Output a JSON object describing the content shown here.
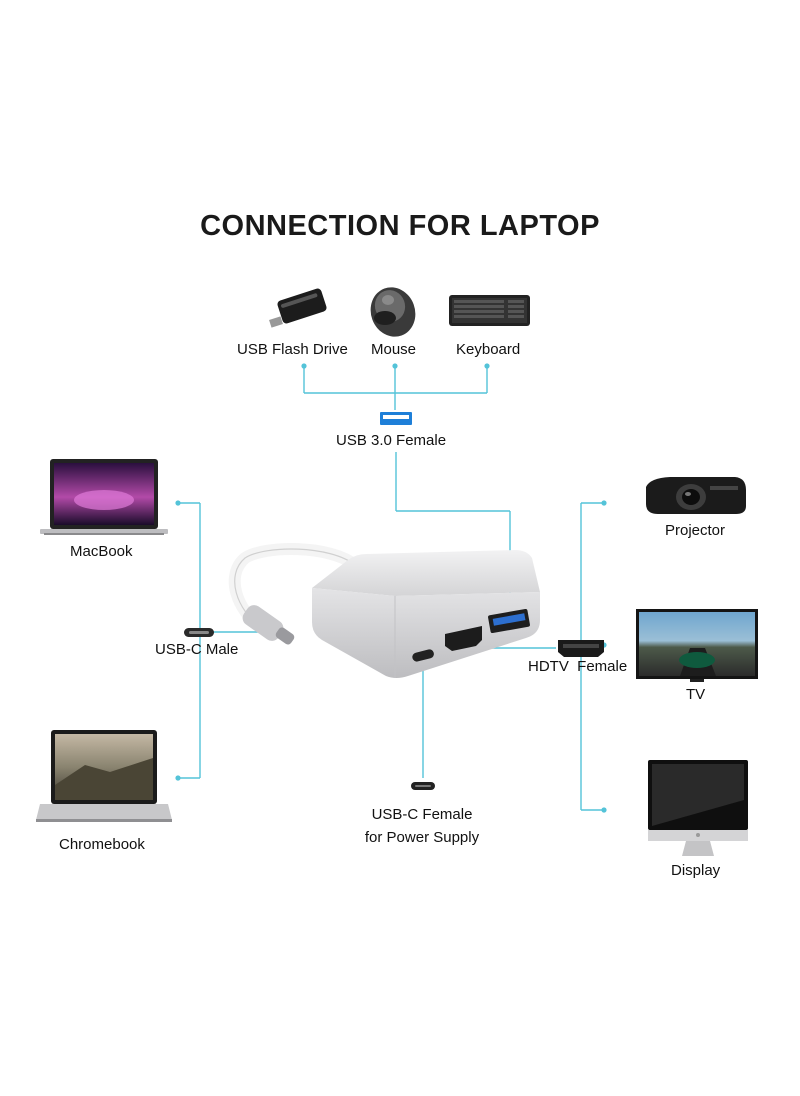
{
  "title": "CONNECTION FOR LAPTOP",
  "top_devices": {
    "flash_drive": "USB Flash Drive",
    "mouse": "Mouse",
    "keyboard": "Keyboard"
  },
  "usb_port": "USB 3.0 Female",
  "left_devices": {
    "macbook": "MacBook",
    "usbc_male": "USB-C Male",
    "chromebook": "Chromebook"
  },
  "bottom": {
    "usbc_female_line1": "USB-C Female",
    "usbc_female_line2": "for Power Supply"
  },
  "right_devices": {
    "projector": "Projector",
    "hdtv": "HDTV  Female",
    "tv": "TV",
    "display": "Display"
  },
  "colors": {
    "connector_line": "#54c3d8",
    "hub_body": "#d9d9db"
  }
}
